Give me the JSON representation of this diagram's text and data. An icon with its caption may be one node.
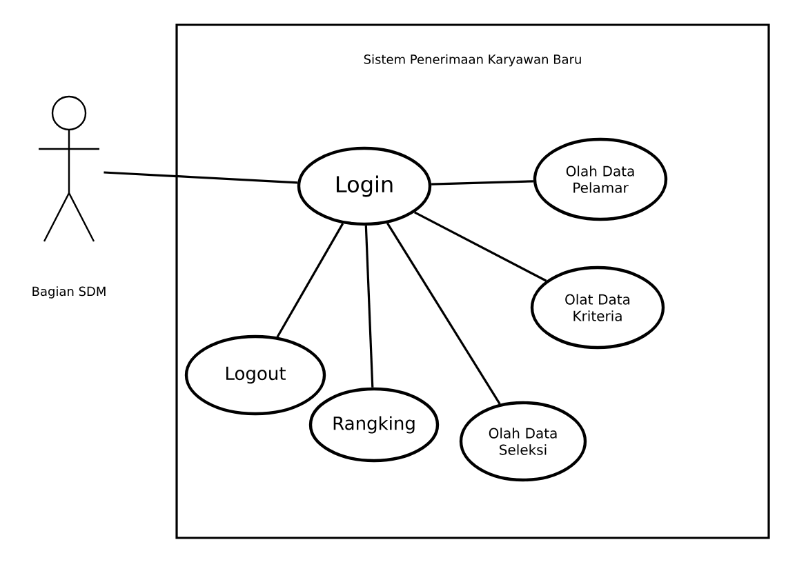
{
  "diagram": {
    "nodes": [
      {
        "text": [
          "Sistem Penerimaan Karyawan Baru"
        ]
      },
      {
        "text": [
          "Bagian SDM"
        ]
      },
      {
        "text": [
          "Login"
        ],
        "in": 0
      },
      {
        "text": [
          "Olah Data Pelamar"
        ],
        "in": 0
      },
      {
        "text": [
          "Olat Data Kriteria"
        ],
        "in": 0
      },
      {
        "text": [
          "Logout"
        ],
        "in": 0
      },
      {
        "text": [
          "Rangking"
        ],
        "in": 0
      },
      {
        "text": [
          "Olah Data Seleksi"
        ],
        "in": 0
      }
    ],
    "edges": [
      {
        "from": 1,
        "to": 2,
        "arrow": "none"
      },
      {
        "from": 2,
        "to": 3,
        "arrow": "none"
      },
      {
        "from": 2,
        "to": 4,
        "arrow": "none"
      },
      {
        "from": 2,
        "to": 5,
        "arrow": "none"
      },
      {
        "from": 2,
        "to": 6,
        "arrow": "none"
      },
      {
        "from": 2,
        "to": 7,
        "arrow": "none"
      }
    ]
  }
}
